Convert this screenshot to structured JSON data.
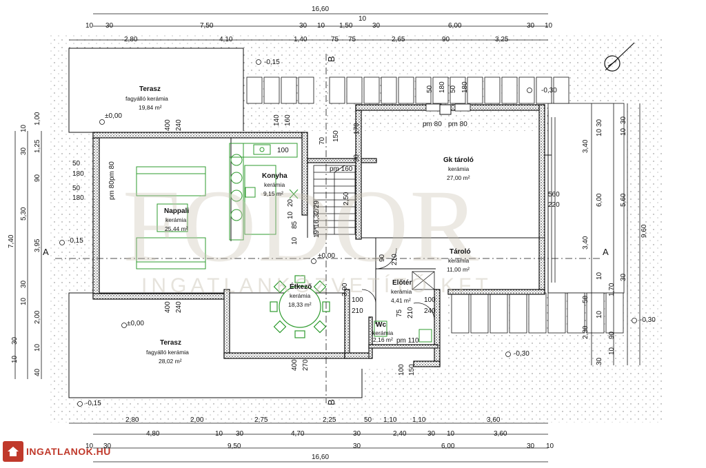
{
  "watermark": {
    "big": "FODOR",
    "small": "INGATLANKÖZVETÍTŐ KFT."
  },
  "badge": {
    "text": "INGATLANOK.HU",
    "color": "#c0392b"
  },
  "section_labels": {
    "a_left": "A",
    "a_right": "A",
    "b_top": "B",
    "b_bottom": "B"
  },
  "rooms": {
    "terasz_top": {
      "name": "Terasz",
      "material": "fagyálló kerámia",
      "area": "19,84 m²"
    },
    "nappali": {
      "name": "Nappali",
      "material": "kerámia",
      "area": "25,44 m²"
    },
    "konyha": {
      "name": "Konyha",
      "material": "kerámia",
      "area": "9,15 m²"
    },
    "gk_tarolo": {
      "name": "Gk tároló",
      "material": "kerámia",
      "area": "27,00 m²"
    },
    "tarolo": {
      "name": "Tároló",
      "material": "kerámia",
      "area": "11,00 m²"
    },
    "etkezo": {
      "name": "Étkező",
      "material": "kerámia",
      "area": "18,33 m²"
    },
    "eloter": {
      "name": "Előtér",
      "material": "kerámia",
      "area": "4,41 m²"
    },
    "wc": {
      "name": "Wc",
      "material": "kerámia",
      "area": "2,16 m²"
    },
    "terasz_bottom": {
      "name": "Terasz",
      "material": "fagyálló kerámia",
      "area": "28,02 m²"
    }
  },
  "levels": {
    "l1": "-0,15",
    "l2": "±0,00",
    "l3": "-0,30",
    "l4": "-0,15",
    "l5": "±0,00",
    "l6": "±0,00",
    "l7": "-0,30",
    "l8": "-0,30",
    "l9": "-0,15"
  },
  "stair_note": "19*16,32/29",
  "dims_top": {
    "total": "16,60",
    "r2": [
      "10",
      "30",
      "7,50",
      "30",
      "10",
      "10",
      "1,50",
      "30",
      "6,00",
      "30",
      "10"
    ],
    "r3": [
      "2,80",
      "4,10",
      "1,40",
      "75",
      "75",
      "2,65",
      "90",
      "3,25"
    ]
  },
  "dims_bottom": {
    "r1": [
      "2,80",
      "2,00",
      "2,75",
      "2,25",
      "50",
      "1,10",
      "1,10",
      "3,60"
    ],
    "r2": [
      "4,80",
      "10",
      "30",
      "4,70",
      "30",
      "2,40",
      "30",
      "10",
      "3,60"
    ],
    "r3": [
      "10",
      "30",
      "9,50",
      "30",
      "6,00",
      "30",
      "10"
    ],
    "total": "16,60"
  },
  "dims_left": {
    "outer": "7,40",
    "mid": [
      "10",
      "30",
      "5,30",
      "30",
      "10",
      "30",
      "10"
    ],
    "inner": [
      "1,00",
      "1,25",
      "90",
      "3,95",
      "2,00",
      "10",
      "40"
    ]
  },
  "dims_right": {
    "outer": "9,60",
    "mid": [
      "30",
      "10",
      "5,60",
      "30"
    ],
    "inner": [
      "3,40",
      "6,00",
      "3,40",
      "1,70",
      "50",
      "2,30"
    ],
    "small": [
      "30",
      "10",
      "10",
      "10",
      "90",
      "10",
      "30"
    ]
  },
  "inner_dims": {
    "d400a": "400",
    "d240a": "240",
    "d140": "140",
    "d160": "160",
    "d100a": "100",
    "d400b": "400",
    "d240b": "240",
    "d50a": "50",
    "d180a": "180",
    "d50b": "50",
    "d180b": "180",
    "pm80a": "pm 80",
    "pm80b": "pm 80",
    "pm80c": "pm 80",
    "pm80d": "pm 80",
    "pm160": "pm 160",
    "d560": "560",
    "d220": "220",
    "d400c": "400",
    "d270": "270",
    "d390": "3,90",
    "d100b": "100",
    "d210a": "210",
    "d100c": "100",
    "d240c": "240",
    "d210b": "210",
    "pm110": "pm 110",
    "d100d": "100",
    "d150a": "150",
    "d90": "90",
    "d210c": "210",
    "d170": "170",
    "d150b": "150",
    "d70": "70",
    "d50c": "50",
    "d180c": "180",
    "d50d": "50",
    "d180d": "180",
    "d250": "2,50",
    "d85": "85",
    "d20": "20",
    "d10": "10",
    "d75": "75",
    "d30c": "30",
    "d10b": "10"
  },
  "colors": {
    "wall": "#111111",
    "green": "#2e9b2e",
    "hatch": "#9a9a9a",
    "watermark": "#c9c2b2"
  }
}
